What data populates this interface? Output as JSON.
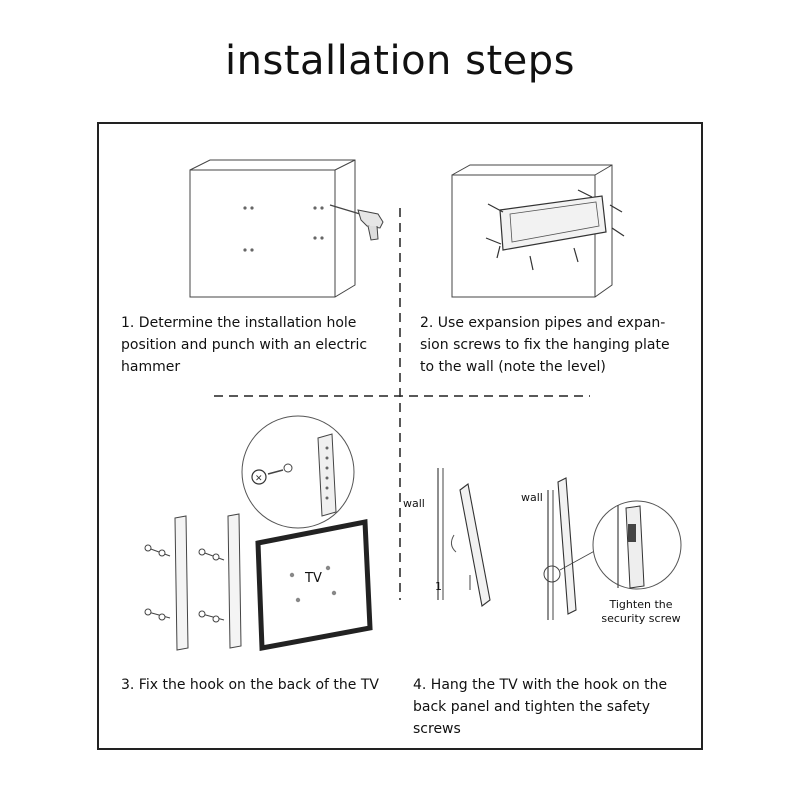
{
  "title": "installation steps",
  "steps": [
    {
      "lines": [
        "1. Determine the installation hole",
        "position and punch with an electric",
        "hammer"
      ]
    },
    {
      "lines": [
        "2. Use expansion pipes and expan-",
        "sion screws to fix the hanging plate",
        "to the wall (note the level)"
      ]
    },
    {
      "lines": [
        "3. Fix the hook on the back of the TV"
      ]
    },
    {
      "lines": [
        "4. Hang the TV with the hook on the",
        "back panel and tighten the safety",
        "screws"
      ]
    }
  ],
  "labels": {
    "tv": "TV",
    "wall_left": "wall",
    "wall_right": "wall",
    "tighten": [
      "Tighten the",
      "security screw"
    ],
    "one": "1"
  }
}
